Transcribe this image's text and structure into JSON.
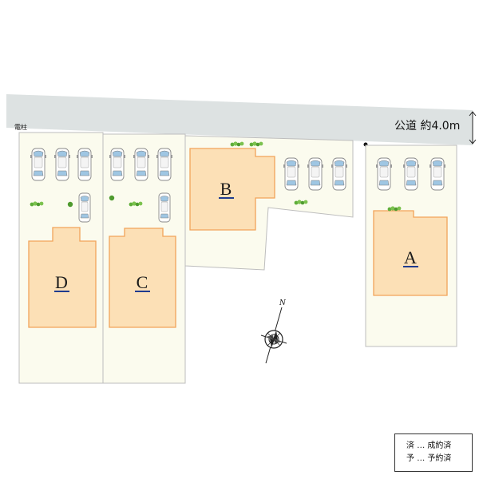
{
  "road": {
    "label": "公道 約4.0m"
  },
  "utility_pole": {
    "label": "電柱"
  },
  "lots": [
    {
      "id": "A",
      "label": "A"
    },
    {
      "id": "B",
      "label": "B"
    },
    {
      "id": "C",
      "label": "C"
    },
    {
      "id": "D",
      "label": "D"
    }
  ],
  "compass": {
    "north_label": "N"
  },
  "legend": {
    "rows": [
      {
        "key": "済",
        "sep": "…",
        "text": "成約済"
      },
      {
        "key": "予",
        "sep": "…",
        "text": "予約済"
      }
    ]
  },
  "colors": {
    "road": "#dde2e2",
    "lot_ground": "#fbfbee",
    "house_fill": "#fce0b6",
    "house_stroke": "#f1a45a",
    "label_underline": "#1f3b8f",
    "greenery": "#5fae3a"
  }
}
